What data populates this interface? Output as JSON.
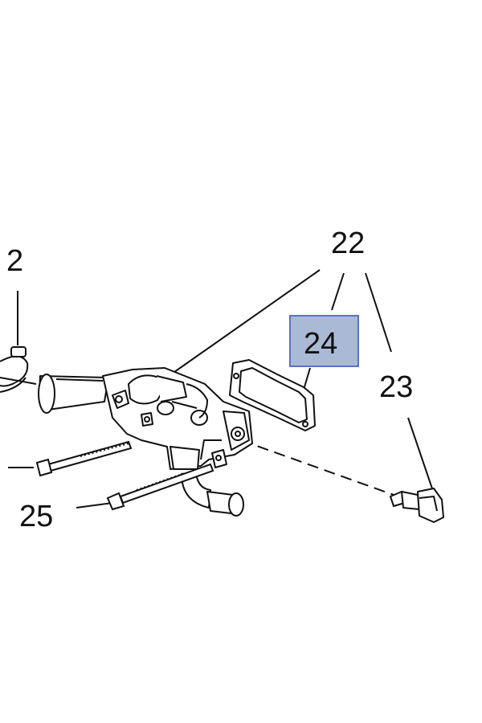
{
  "callouts": {
    "c2": "2",
    "c22": "22",
    "c23": "23",
    "c24": "24",
    "c25": "25"
  },
  "colors": {
    "line": "#111111",
    "highlight_fill": "#a9b9d6",
    "highlight_border": "#5a74b8"
  }
}
